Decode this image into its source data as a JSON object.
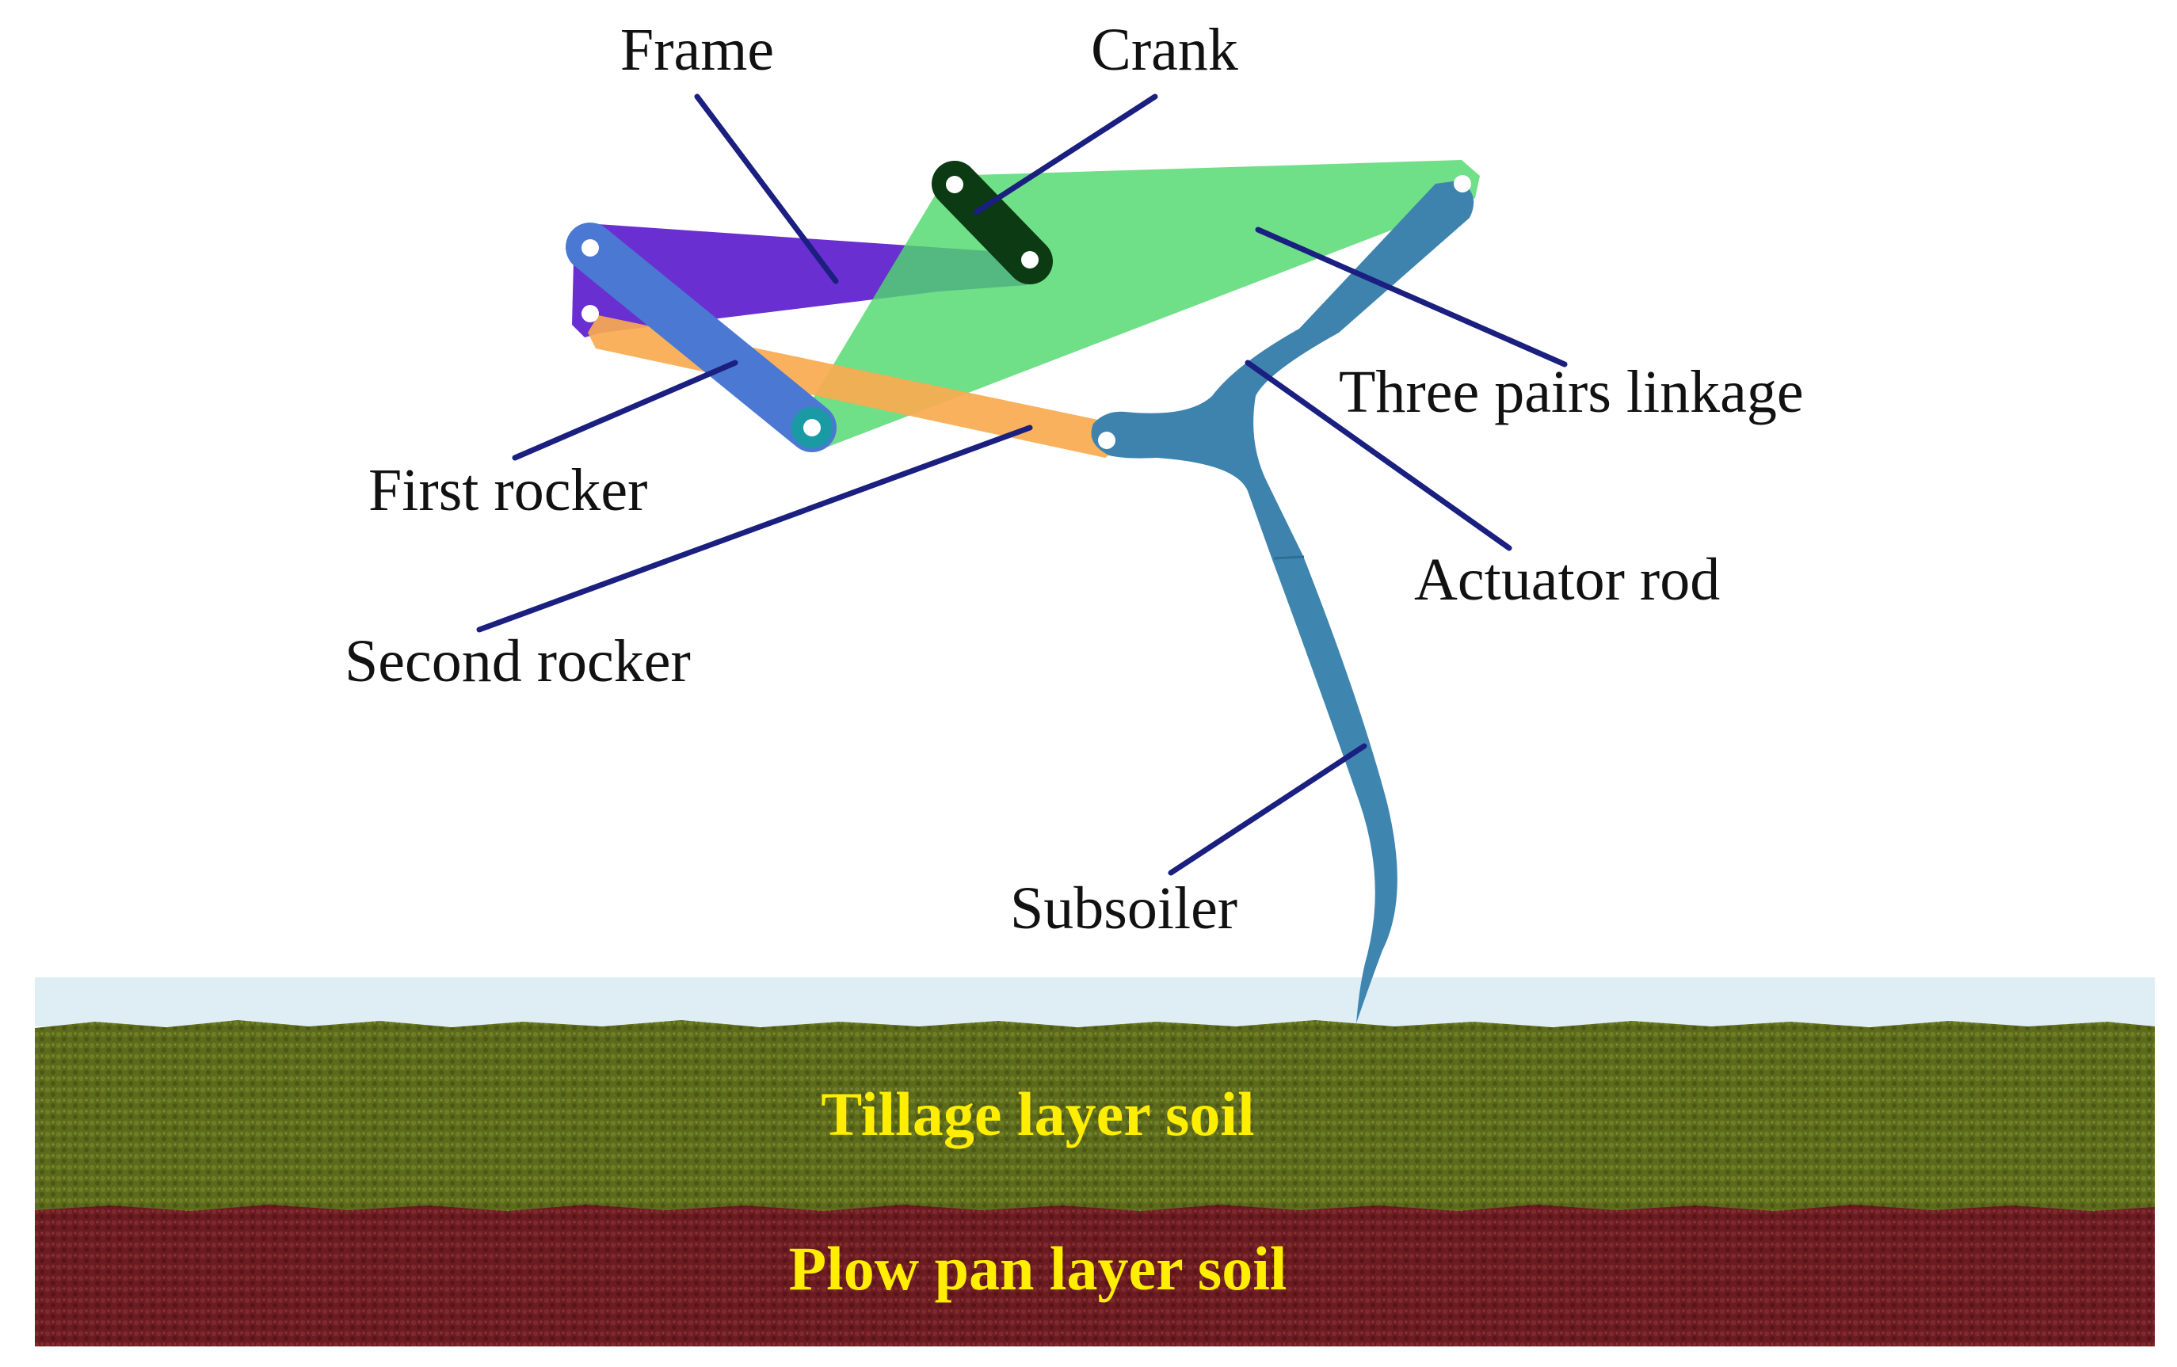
{
  "labels": {
    "frame": "Frame",
    "crank": "Crank",
    "three_pairs_linkage": "Three pairs linkage",
    "first_rocker": "First rocker",
    "actuator_rod": "Actuator rod",
    "second_rocker": "Second rocker",
    "subsoiler": "Subsoiler"
  },
  "soil": {
    "tillage_layer": "Tillage layer soil",
    "plow_pan_layer": "Plow pan layer soil"
  },
  "colors": {
    "frame": "#6a2fd0",
    "crank": "#0c3a12",
    "three_pairs_linkage": "#4fd86e",
    "first_rocker": "#4a78d2",
    "second_rocker": "#f8aa50",
    "actuator_rod": "#3d83ae",
    "subsoiler": "#3e86b0",
    "leader_line": "#1a1f80",
    "sky_band": "#dfeef5",
    "tillage_soil": "#5e6a1c",
    "plow_pan_soil": "#6e1e22",
    "soil_label": "#ffee00"
  }
}
